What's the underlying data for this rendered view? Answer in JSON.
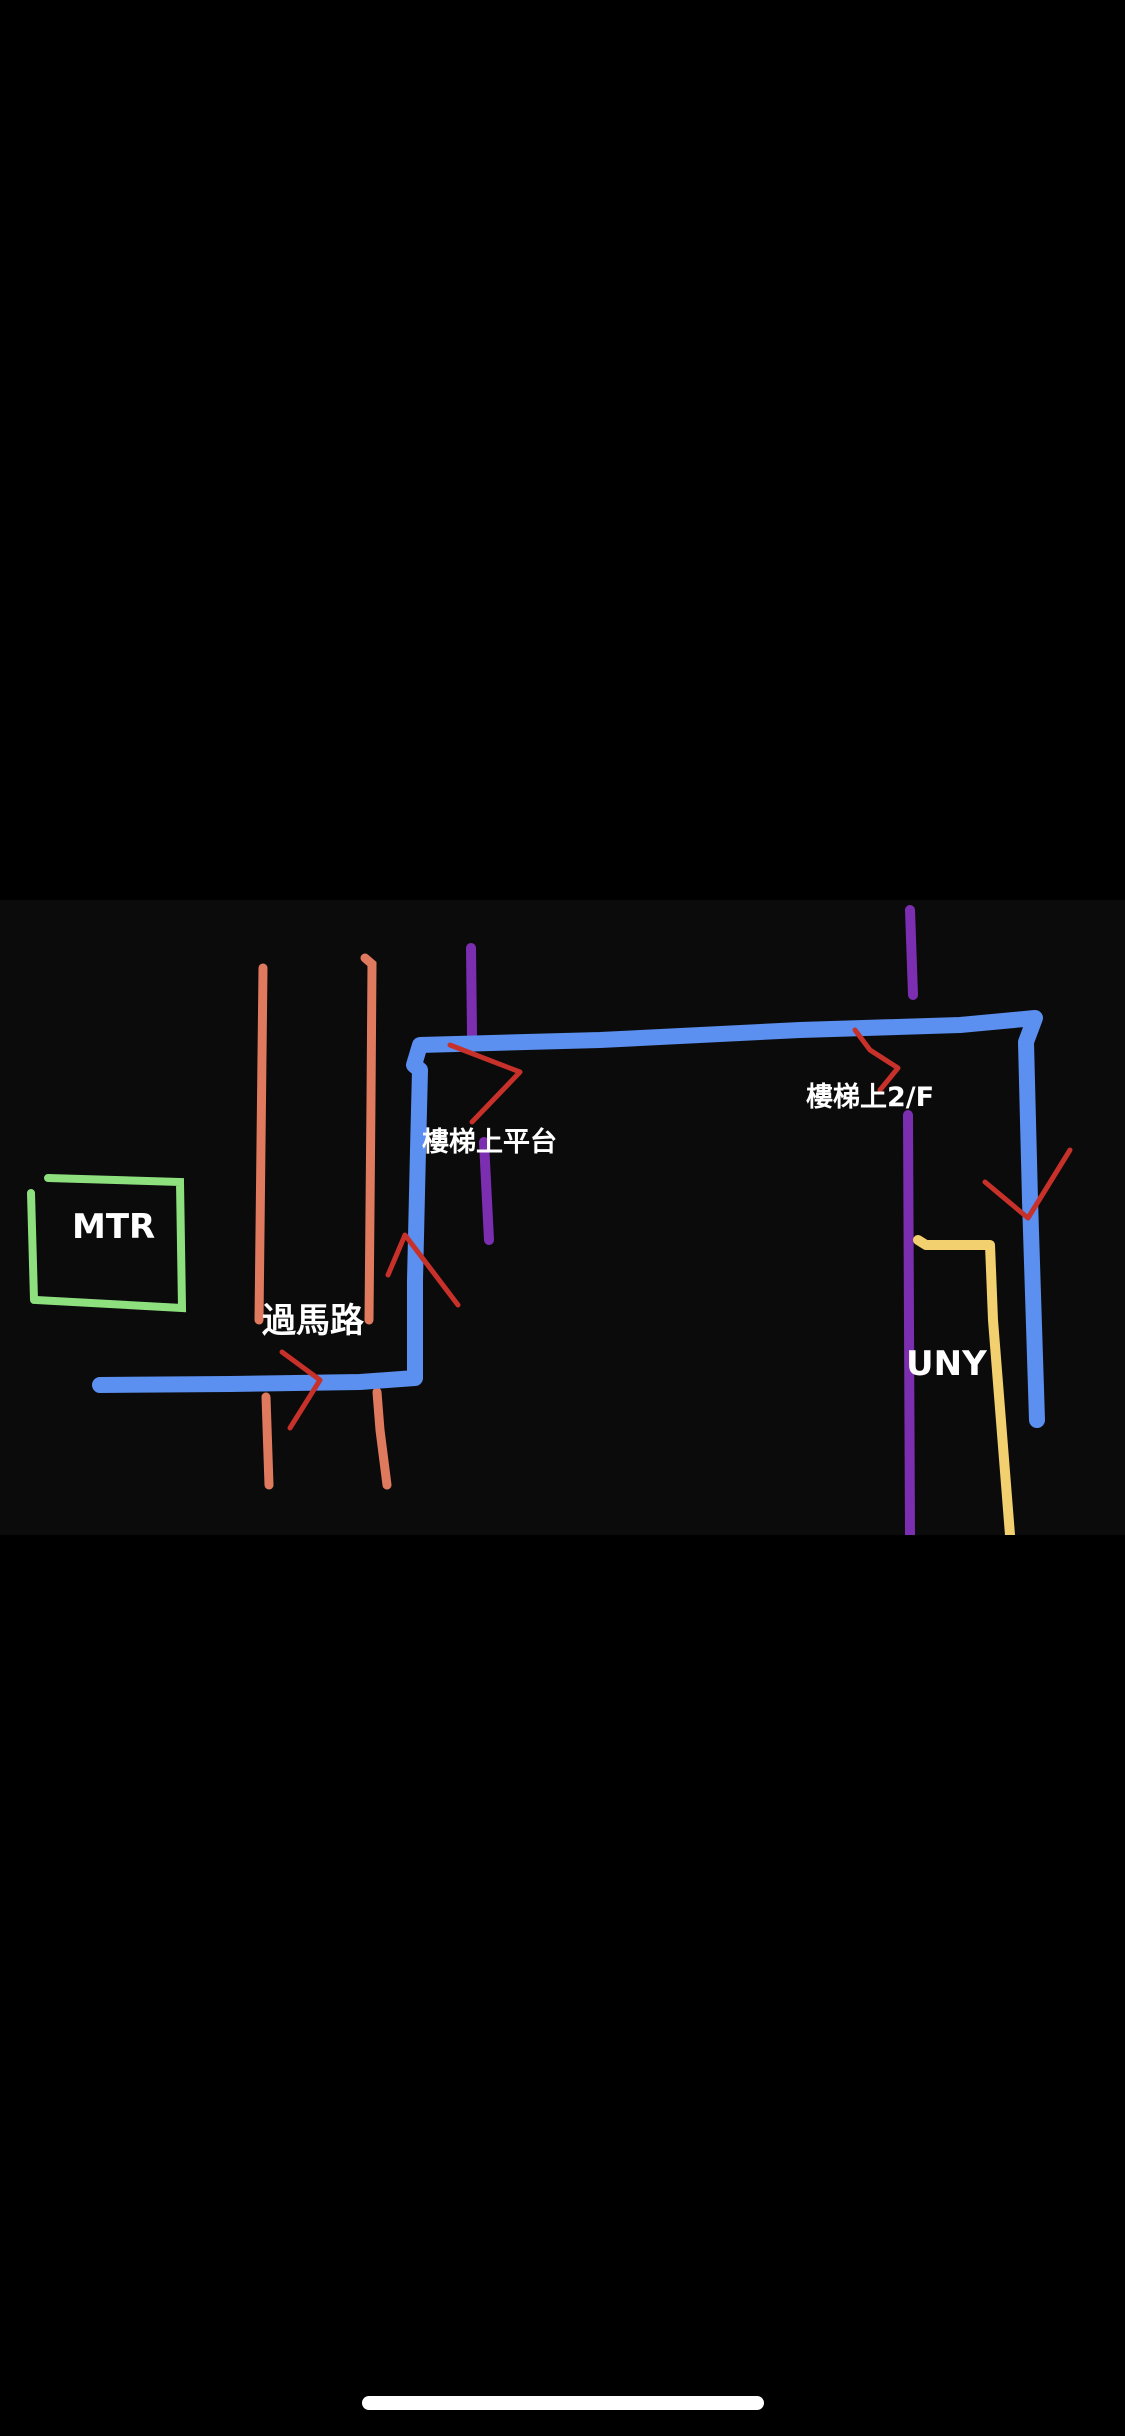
{
  "map": {
    "labels": {
      "mtr": "MTR",
      "cross_road": "過馬路",
      "stairs_platform": "樓梯上平台",
      "stairs_2f": "樓梯上2/F",
      "uny": "UNY"
    },
    "colors": {
      "route": "#5b8ff0",
      "road_lines": "#e07a5f",
      "mtr_box": "#8ee07f",
      "building_edge": "#7b2fb0",
      "uny_wall": "#f2cf6f",
      "direction_arrows": "#c8312a",
      "label_text": "#ffffff",
      "background": "#0b0b0b"
    }
  }
}
